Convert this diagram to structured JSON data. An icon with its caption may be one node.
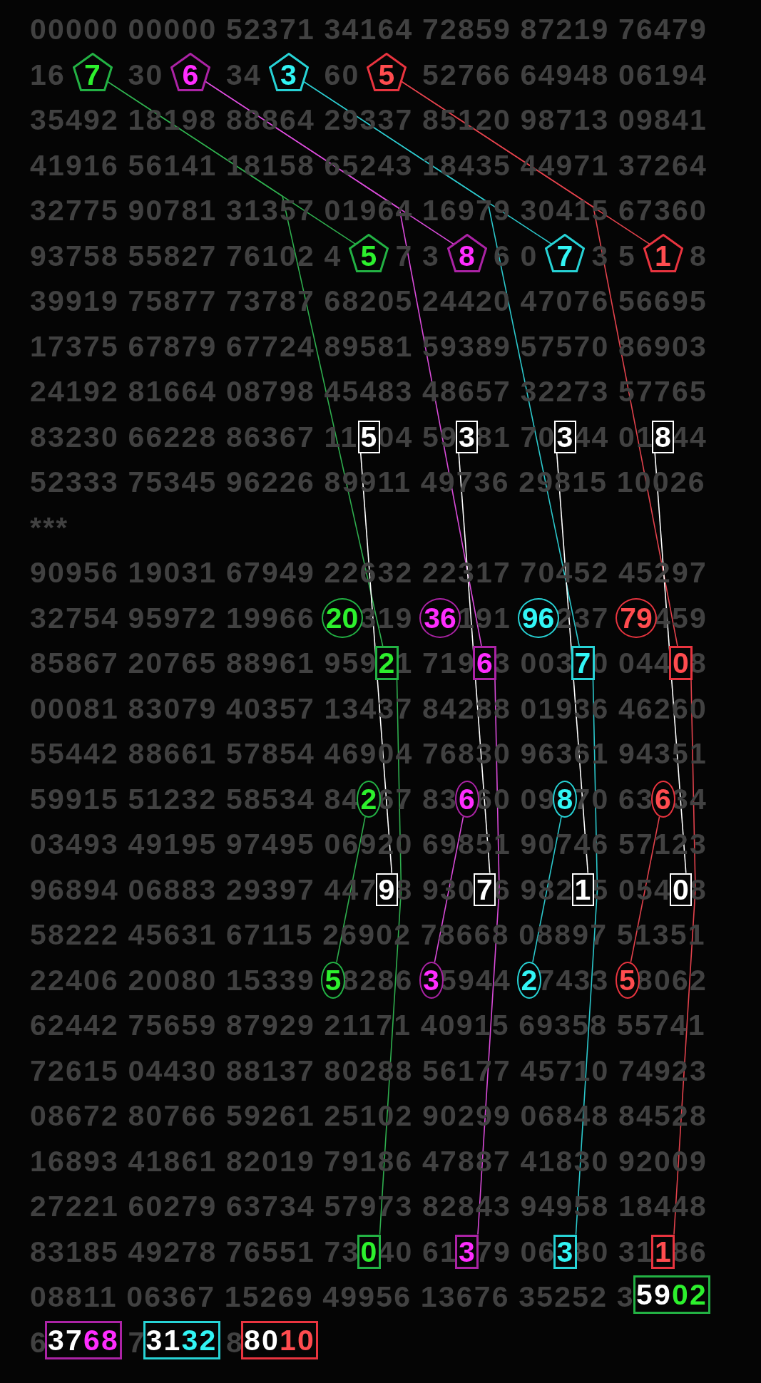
{
  "diagram": {
    "nodes": [
      {
        "text": [
          "7"
        ]
      },
      {
        "text": [
          "6"
        ]
      },
      {
        "text": [
          "3"
        ]
      },
      {
        "text": [
          "5"
        ]
      },
      {
        "text": [
          "5"
        ]
      },
      {
        "text": [
          "8"
        ]
      },
      {
        "text": [
          "7"
        ]
      },
      {
        "text": [
          "1"
        ]
      },
      {
        "text": [
          "5"
        ]
      },
      {
        "text": [
          "3"
        ]
      },
      {
        "text": [
          "3"
        ]
      },
      {
        "text": [
          "8"
        ]
      },
      {
        "text": [
          "20"
        ]
      },
      {
        "text": [
          "36"
        ]
      },
      {
        "text": [
          "96"
        ]
      },
      {
        "text": [
          "79"
        ]
      },
      {
        "text": [
          "2"
        ]
      },
      {
        "text": [
          "6"
        ]
      },
      {
        "text": [
          "7"
        ]
      },
      {
        "text": [
          "0"
        ]
      },
      {
        "text": [
          "2"
        ]
      },
      {
        "text": [
          "6"
        ]
      },
      {
        "text": [
          "8"
        ]
      },
      {
        "text": [
          "6"
        ]
      },
      {
        "text": [
          "9"
        ]
      },
      {
        "text": [
          "7"
        ]
      },
      {
        "text": [
          "1"
        ]
      },
      {
        "text": [
          "0"
        ]
      },
      {
        "text": [
          "5"
        ]
      },
      {
        "text": [
          "3"
        ]
      },
      {
        "text": [
          "2"
        ]
      },
      {
        "text": [
          "5"
        ]
      },
      {
        "text": [
          "0"
        ]
      },
      {
        "text": [
          "3"
        ]
      },
      {
        "text": [
          "3"
        ]
      },
      {
        "text": [
          "1"
        ]
      },
      {
        "text": [
          "5902"
        ]
      },
      {
        "text": [
          "3768"
        ]
      },
      {
        "text": [
          "3132"
        ]
      },
      {
        "text": [
          "8010"
        ]
      }
    ],
    "edges": [
      {
        "from": 0,
        "to": 4,
        "arrow": "none",
        "color": "#2fae4e"
      },
      {
        "from": 0,
        "to": 16,
        "arrow": "none",
        "color": "#2fae4e"
      },
      {
        "from": 1,
        "to": 5,
        "arrow": "none",
        "color": "#d94bd9"
      },
      {
        "from": 1,
        "to": 17,
        "arrow": "none",
        "color": "#d94bd9"
      },
      {
        "from": 2,
        "to": 6,
        "arrow": "none",
        "color": "#2cc8cc"
      },
      {
        "from": 2,
        "to": 18,
        "arrow": "none",
        "color": "#2cc8cc"
      },
      {
        "from": 3,
        "to": 7,
        "arrow": "none",
        "color": "#e2424c"
      },
      {
        "from": 3,
        "to": 19,
        "arrow": "none",
        "color": "#e2424c"
      },
      {
        "from": 8,
        "to": 24,
        "arrow": "none",
        "color": "#ffffff"
      },
      {
        "from": 9,
        "to": 25,
        "arrow": "none",
        "color": "#ffffff"
      },
      {
        "from": 10,
        "to": 26,
        "arrow": "none",
        "color": "#ffffff"
      },
      {
        "from": 11,
        "to": 27,
        "arrow": "none",
        "color": "#ffffff"
      },
      {
        "from": 16,
        "to": 32,
        "arrow": "none",
        "color": "#2fae4e"
      },
      {
        "from": 17,
        "to": 33,
        "arrow": "none",
        "color": "#d94bd9"
      },
      {
        "from": 18,
        "to": 34,
        "arrow": "none",
        "color": "#2cc8cc"
      },
      {
        "from": 19,
        "to": 35,
        "arrow": "none",
        "color": "#e2424c"
      },
      {
        "from": 20,
        "to": 28,
        "arrow": "none",
        "color": "#2fae4e"
      },
      {
        "from": 21,
        "to": 29,
        "arrow": "none",
        "color": "#d94bd9"
      },
      {
        "from": 22,
        "to": 30,
        "arrow": "none",
        "color": "#2cc8cc"
      },
      {
        "from": 23,
        "to": 31,
        "arrow": "none",
        "color": "#e2424c"
      }
    ],
    "labels": [
      "00000 00000 52371 34164 72859 87219 76479",
      "16",
      "30",
      "34",
      "60",
      "52766 64948 06194",
      "35492 18198 88864 29337 85120 98713 09841",
      "41916 56141 18158 65243 18435 44971 37264",
      "32775 90781 31357 01964 16979 30415 67360",
      "93758 55827 76102 4",
      "7 3",
      "6 0",
      "3 5",
      "8",
      "39919 75877 73787 68205 24420 47076 56695",
      "17375 67879 67724 89581 59389 57570 86903",
      "24192 81664 08798 45483 48657 32273 57765",
      "83230 66228 86367 11",
      "04 59",
      "81 70",
      "44 01",
      "44",
      "52333 75345 96226 89911 49736 29815 10026",
      "***",
      "90956 19031 67949 22632 22317 70452 45297",
      "32754 95972 19966",
      "319",
      "191",
      "237",
      "459",
      "85867 20765 88961 959",
      "1 719",
      "3 003",
      "0 044",
      "8",
      "00081 83079 40357 13437 84288 01936 46260",
      "55442 88661 57854 46904 76830 96361 94351",
      "59915 51232 58534 84",
      "67 83",
      "60 09",
      "70 63",
      "34",
      "03493 49195 97495 06920 69851 90746 57123",
      "96894 06883 29397 447",
      "8 930",
      "6 982",
      "5 054",
      "8",
      "58222 45631 67115 26902 78668 08897 51351",
      "22406 20080 15339",
      "8286",
      "5944",
      "7433",
      "8062",
      "62442 75659 87929 21171 40915 69358 55741",
      "72615 04430 88137 80288 56177 45710 74923",
      "08672 80766 59261 25102 90299 06848 84528",
      "16893 41861 82019 79186 47887 41830 92009",
      "27221 60279 63734 57973 82843 94958 18448",
      "83185 49278 76551 73",
      "40 61",
      "79 06",
      "80 31",
      "86",
      "08811 06367 15269 49956 13676 35252 3",
      "6",
      "7",
      "8"
    ]
  }
}
